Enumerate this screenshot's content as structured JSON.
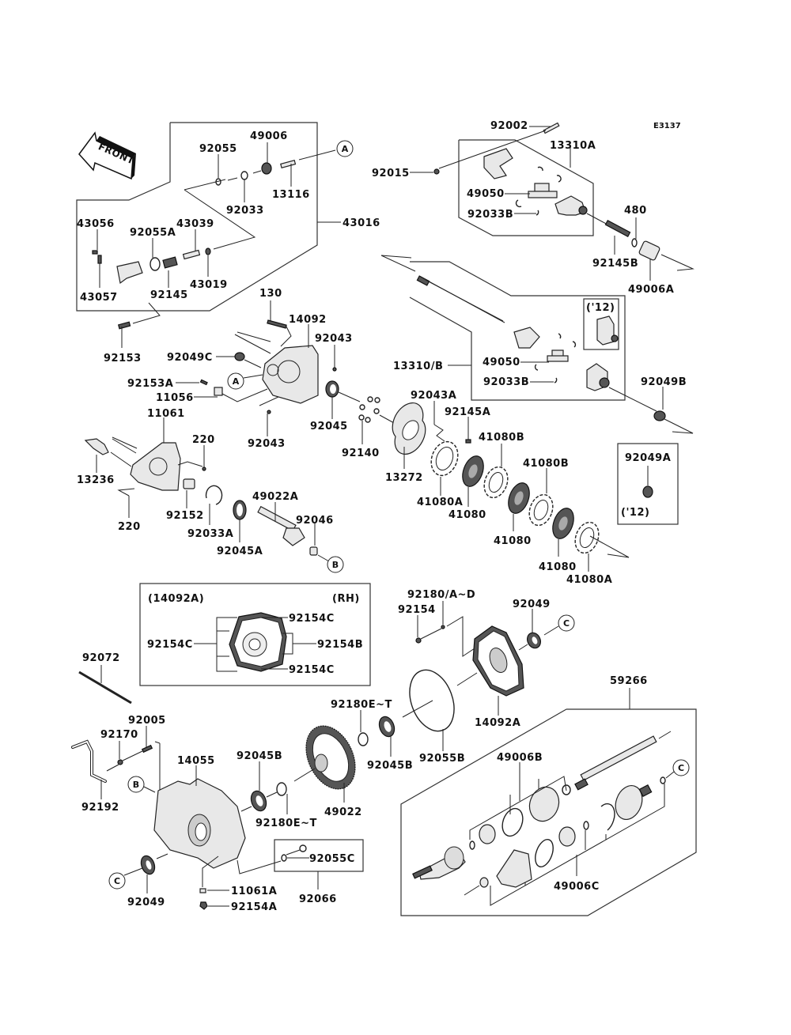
{
  "diagram": {
    "code": "E3137",
    "front_label": "FRONT",
    "refs": [
      "A",
      "B",
      "C"
    ],
    "group_43016": {
      "label": "43016",
      "parts": [
        "92055",
        "49006",
        "13116",
        "92033",
        "43056",
        "92055A",
        "43039",
        "43057",
        "92145",
        "43019"
      ]
    },
    "group_13310A": {
      "label": "13310A",
      "parts": [
        "92002",
        "92015",
        "49050",
        "92033B"
      ]
    },
    "upper_right": [
      "480",
      "92145B",
      "49006A"
    ],
    "group_13310B": {
      "label": "13310/B",
      "parts": [
        "49050",
        "92033B"
      ],
      "year_note": "('12)"
    },
    "shaft_seal": "92049B",
    "box_92049A": {
      "part": "92049A",
      "year_note": "('12)"
    },
    "gearcase_left": [
      "130",
      "14092",
      "92043",
      "92049C",
      "92153",
      "92153A",
      "11056",
      "92043",
      "92045",
      "92140",
      "13272"
    ],
    "cover_group": [
      "11061",
      "220",
      "13236",
      "220",
      "92152",
      "92033A",
      "49022A",
      "92046",
      "92045A"
    ],
    "clutch_pack": [
      "92043A",
      "92145A",
      "41080B",
      "41080B",
      "41080A",
      "41080",
      "41080",
      "41080",
      "41080A"
    ],
    "box_14092A": {
      "title": "(14092A)",
      "side": "(RH)",
      "parts": [
        "92154C",
        "92154C",
        "92154B",
        "92154C"
      ]
    },
    "rh_cover": [
      "92180/A~D",
      "92154",
      "92049",
      "14092A",
      "92055B",
      "92180E~T",
      "92045B"
    ],
    "lower_left": [
      "92072",
      "92005",
      "92170",
      "92192",
      "14055",
      "92045B",
      "92180E~T",
      "49022",
      "92049",
      "11061A",
      "92154A",
      "92055C",
      "92066"
    ],
    "axle_group": {
      "label": "59266",
      "parts": [
        "49006B",
        "49006C"
      ]
    }
  }
}
